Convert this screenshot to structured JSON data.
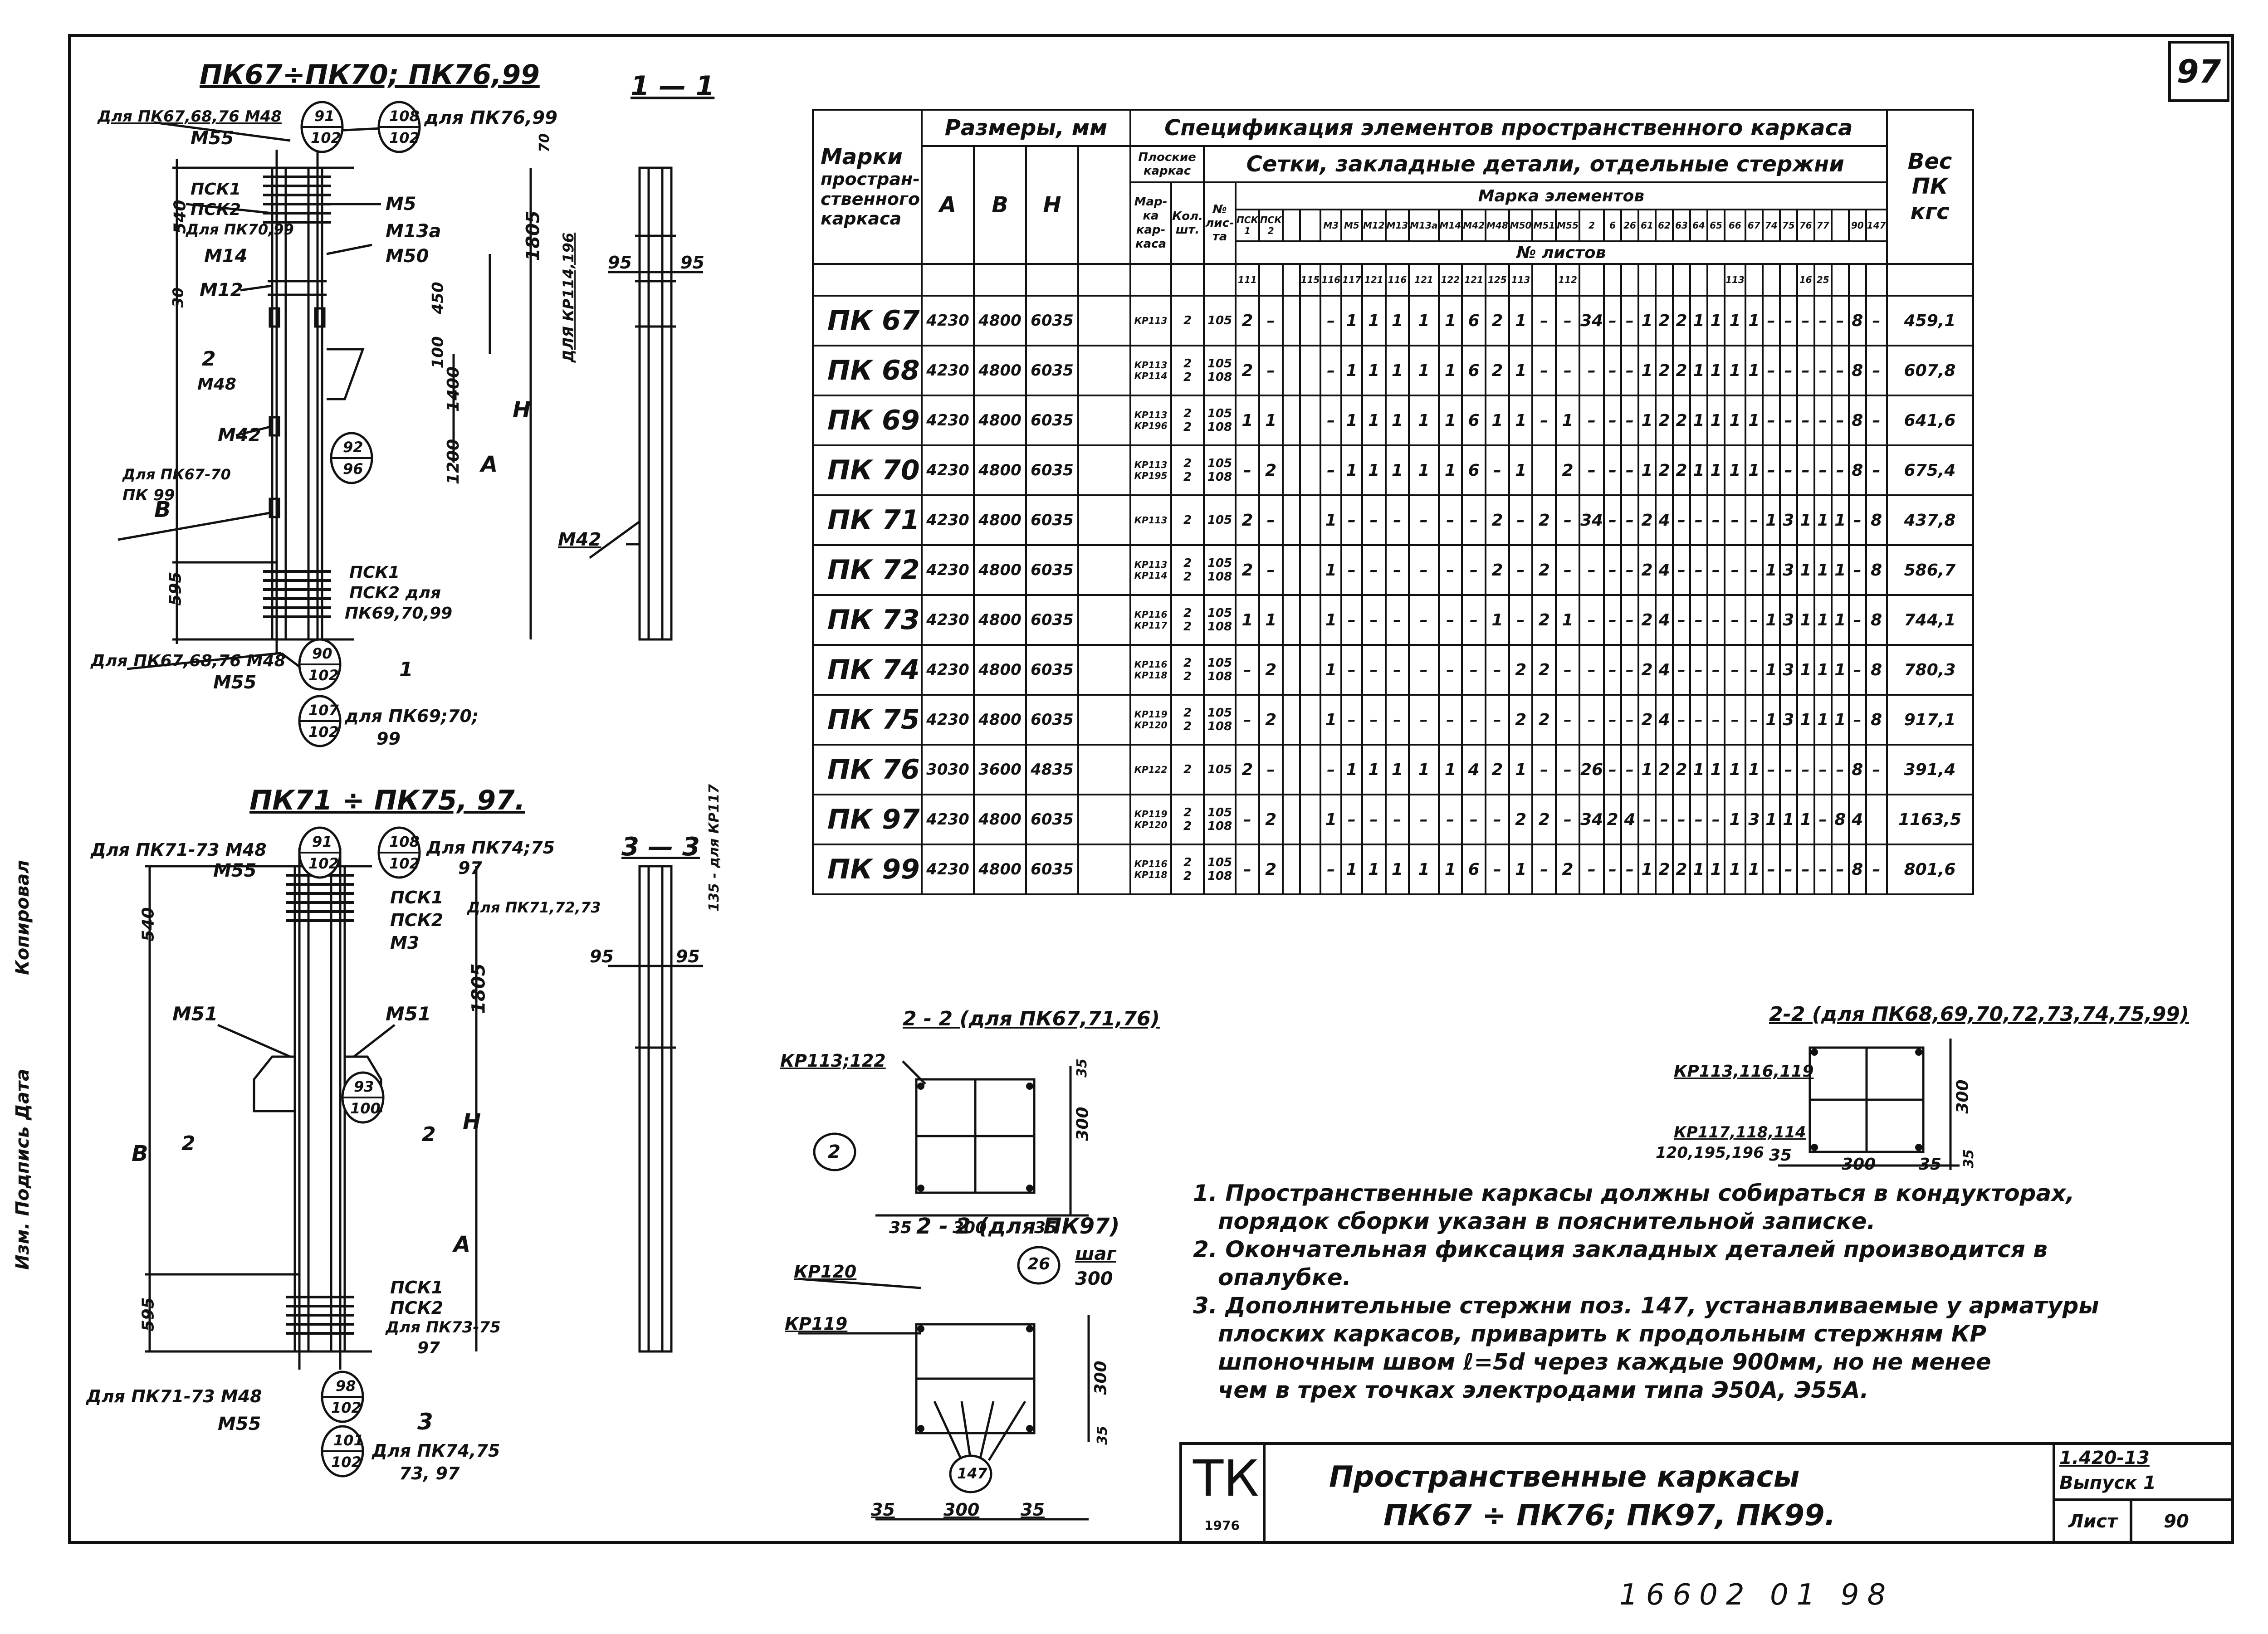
{
  "sheet_number": "97",
  "drawing_upper": {
    "title": "ПК67÷ПК70; ПК76,99",
    "labels": {
      "l1": "Для ПК67,68,76 М48",
      "l2": "М55",
      "ball1a": "91",
      "ball1b": "102",
      "ball2a": "108",
      "ball2b": "102",
      "l3": "для ПК76,99",
      "psk1": "ПСК1",
      "psk2": "ПСК2",
      "psk_note": "Для ПК70,99",
      "m14": "М14",
      "m12": "М12",
      "m5": "М5",
      "m13a": "М13а",
      "m50": "М50",
      "sec2": "2",
      "m48": "М48",
      "m42": "М42",
      "note67": "Для ПК67-70",
      "note99": "ПК 99",
      "ball3a": "92",
      "ball3b": "96",
      "bsk1": "ПСК1",
      "bsk2": "ПСК2 для",
      "bsk3": "ПК69,70,99",
      "bot1": "Для ПК67,68,76 М48",
      "bot2": "М55",
      "ball4a": "90",
      "ball4b": "102",
      "ball5a": "107",
      "ball5b": "102",
      "bot3": "для ПК69;70;",
      "bot4": "99",
      "cut": "1",
      "d540": "540",
      "d1805": "1805",
      "d450": "450",
      "d100": "100",
      "d1400": "1400",
      "d1200": "1200",
      "dB": "В",
      "dH": "Н",
      "dA": "А",
      "d595": "595",
      "d30": "30",
      "dkr": "ДЛЯ КР114,196",
      "d70": "70"
    }
  },
  "section_11": {
    "title": "1 — 1",
    "d95a": "95",
    "d95b": "95",
    "m42": "М42"
  },
  "drawing_lower": {
    "title": "ПК71 ÷ ПК75, 97.",
    "labels": {
      "l1": "Для ПК71-73 М48",
      "l2": "М55",
      "ball1a": "91",
      "ball1b": "102",
      "ball2a": "108",
      "ball2b": "102",
      "l3": "Для ПК74;75",
      "l3b": "97",
      "psk1": "ПСК1",
      "psk2": "ПСК2",
      "m3": "М3",
      "pk7173": "Для ПК71,72,73",
      "m51a": "М51",
      "m51b": "М51",
      "ball3a": "93",
      "ball3b": "100",
      "sec2a": "2",
      "sec2b": "2",
      "bsk1": "ПСК1",
      "bsk2": "ПСК2",
      "bsk3": "Для ПК73-75",
      "bsk4": "97",
      "bot1": "Для ПК71-73 М48",
      "bot2": "М55",
      "ball4a": "98",
      "ball4b": "102",
      "ball5a": "101",
      "ball5b": "102",
      "bot3": "Для ПК74,75",
      "bot4": "73, 97",
      "cut": "3",
      "d540": "540",
      "d1805": "1805",
      "dB": "В",
      "dH": "Н",
      "dA": "А",
      "d595": "595"
    }
  },
  "section_33": {
    "title": "3 — 3",
    "d95a": "95",
    "d95b": "95",
    "note": "135 - для КР117"
  },
  "section_22a": {
    "title": "2 - 2 (для ПК67,71,76)",
    "kr": "КР113;122",
    "ball": "2",
    "d35a": "35",
    "d300": "300",
    "d35b": "35",
    "dv300": "300",
    "dv35": "35"
  },
  "section_22b": {
    "title": "2 - 2 (для ПК97)",
    "kr1": "КР120",
    "kr2": "КР119",
    "ball": "26",
    "step": "шаг",
    "step_val": "300",
    "ball2": "147",
    "d35a": "35",
    "d300": "300",
    "d35b": "35",
    "dv300": "300",
    "dv35": "35"
  },
  "section_22c": {
    "title": "2-2 (для ПК68,69,70,72,73,74,75,99)",
    "kr1": "КР113,116,119",
    "kr2": "КР117,118,114",
    "kr3": "120,195,196",
    "d35a": "35",
    "d300": "300",
    "d35b": "35",
    "dv300": "300",
    "dv35": "35"
  },
  "spec": {
    "col_mark": [
      "Марки",
      "простран-",
      "ственного",
      "каркаса"
    ],
    "col_sizes": "Размеры, мм",
    "col_A": "А",
    "col_B": "В",
    "col_H": "Н",
    "col_spec": "Спецификация элементов пространственного каркаса",
    "col_flat": "Плоские каркас",
    "col_nets": "Сетки, закладные детали, отдельные стержни",
    "col_marka_el": "Марка элементов",
    "col_mar": [
      "Мар-",
      "ка",
      "кар-",
      "каса"
    ],
    "col_kol": [
      "Кол.",
      "шт."
    ],
    "col_no": [
      "№",
      "лис-",
      "та"
    ],
    "col_weight": [
      "Вес",
      "ПК",
      "кгс"
    ],
    "col_listov": "№ листов",
    "elem_marks": [
      "ПСК 1",
      "ПСК 2",
      "",
      "",
      "М3",
      "М5",
      "М12",
      "М13",
      "М13а",
      "М14",
      "М42",
      "М48",
      "М50",
      "М51",
      "М55",
      "2",
      "6",
      "26",
      "61",
      "62",
      "63",
      "64",
      "65",
      "66",
      "67",
      "74",
      "75",
      "76",
      "77",
      "",
      "90",
      "147"
    ],
    "sheet_refs": [
      "111",
      "",
      "",
      "115",
      "116",
      "117",
      "121",
      "116",
      "121",
      "122",
      "121",
      "125",
      "113",
      "",
      "112",
      "",
      "",
      "",
      "",
      "",
      "",
      "",
      "",
      "113",
      "",
      "",
      "",
      "16",
      "25"
    ],
    "rows": [
      {
        "mark": "ПК 67",
        "a": "4230",
        "b": "4800",
        "h": "6035",
        "kr": [
          "КР113"
        ],
        "q": [
          "2"
        ],
        "s": [
          "105"
        ],
        "weight": "459,1",
        "cells": [
          "2",
          "–",
          "",
          "",
          "–",
          "1",
          "1",
          "1",
          "1",
          "1",
          "6",
          "2",
          "1",
          "–",
          "–",
          "34",
          "–",
          "–",
          "1",
          "2",
          "2",
          "1",
          "1",
          "1",
          "1",
          "–",
          "–",
          "–",
          "–",
          "–",
          "8",
          "–"
        ]
      },
      {
        "mark": "ПК 68",
        "a": "4230",
        "b": "4800",
        "h": "6035",
        "kr": [
          "КР113",
          "КР114"
        ],
        "q": [
          "2",
          "2"
        ],
        "s": [
          "105",
          "108"
        ],
        "weight": "607,8",
        "cells": [
          "2",
          "–",
          "",
          "",
          "–",
          "1",
          "1",
          "1",
          "1",
          "1",
          "6",
          "2",
          "1",
          "–",
          "–",
          "–",
          "–",
          "–",
          "1",
          "2",
          "2",
          "1",
          "1",
          "1",
          "1",
          "–",
          "–",
          "–",
          "–",
          "–",
          "8",
          "–"
        ]
      },
      {
        "mark": "ПК 69",
        "a": "4230",
        "b": "4800",
        "h": "6035",
        "kr": [
          "КР113",
          "КР196"
        ],
        "q": [
          "2",
          "2"
        ],
        "s": [
          "105",
          "108"
        ],
        "weight": "641,6",
        "cells": [
          "1",
          "1",
          "",
          "",
          "–",
          "1",
          "1",
          "1",
          "1",
          "1",
          "6",
          "1",
          "1",
          "–",
          "1",
          "–",
          "–",
          "–",
          "1",
          "2",
          "2",
          "1",
          "1",
          "1",
          "1",
          "–",
          "–",
          "–",
          "–",
          "–",
          "8",
          "–"
        ]
      },
      {
        "mark": "ПК 70",
        "a": "4230",
        "b": "4800",
        "h": "6035",
        "kr": [
          "КР113",
          "КР195"
        ],
        "q": [
          "2",
          "2"
        ],
        "s": [
          "105",
          "108"
        ],
        "weight": "675,4",
        "cells": [
          "–",
          "2",
          "",
          "",
          "–",
          "1",
          "1",
          "1",
          "1",
          "1",
          "6",
          "–",
          "1",
          "",
          "2",
          "–",
          "–",
          "–",
          "1",
          "2",
          "2",
          "1",
          "1",
          "1",
          "1",
          "–",
          "–",
          "–",
          "–",
          "–",
          "8",
          "–"
        ]
      },
      {
        "mark": "ПК 71",
        "a": "4230",
        "b": "4800",
        "h": "6035",
        "kr": [
          "КР113"
        ],
        "q": [
          "2"
        ],
        "s": [
          "105"
        ],
        "weight": "437,8",
        "cells": [
          "2",
          "–",
          "",
          "",
          "1",
          "–",
          "–",
          "–",
          "–",
          "–",
          "–",
          "2",
          "–",
          "2",
          "–",
          "34",
          "–",
          "–",
          "2",
          "4",
          "–",
          "–",
          "–",
          "–",
          "–",
          "1",
          "3",
          "1",
          "1",
          "1",
          "–",
          "8"
        ]
      },
      {
        "mark": "ПК 72",
        "a": "4230",
        "b": "4800",
        "h": "6035",
        "kr": [
          "КР113",
          "КР114"
        ],
        "q": [
          "2",
          "2"
        ],
        "s": [
          "105",
          "108"
        ],
        "weight": "586,7",
        "cells": [
          "2",
          "–",
          "",
          "",
          "1",
          "–",
          "–",
          "–",
          "–",
          "–",
          "–",
          "2",
          "–",
          "2",
          "–",
          "–",
          "–",
          "–",
          "2",
          "4",
          "–",
          "–",
          "–",
          "–",
          "–",
          "1",
          "3",
          "1",
          "1",
          "1",
          "–",
          "8"
        ]
      },
      {
        "mark": "ПК 73",
        "a": "4230",
        "b": "4800",
        "h": "6035",
        "kr": [
          "КР116",
          "КР117"
        ],
        "q": [
          "2",
          "2"
        ],
        "s": [
          "105",
          "108"
        ],
        "weight": "744,1",
        "cells": [
          "1",
          "1",
          "",
          "",
          "1",
          "–",
          "–",
          "–",
          "–",
          "–",
          "–",
          "1",
          "–",
          "2",
          "1",
          "–",
          "–",
          "–",
          "2",
          "4",
          "–",
          "–",
          "–",
          "–",
          "–",
          "1",
          "3",
          "1",
          "1",
          "1",
          "–",
          "8"
        ]
      },
      {
        "mark": "ПК 74",
        "a": "4230",
        "b": "4800",
        "h": "6035",
        "kr": [
          "КР116",
          "КР118"
        ],
        "q": [
          "2",
          "2"
        ],
        "s": [
          "105",
          "108"
        ],
        "weight": "780,3",
        "cells": [
          "–",
          "2",
          "",
          "",
          "1",
          "–",
          "–",
          "–",
          "–",
          "–",
          "–",
          "–",
          "2",
          "2",
          "–",
          "–",
          "–",
          "–",
          "2",
          "4",
          "–",
          "–",
          "–",
          "–",
          "–",
          "1",
          "3",
          "1",
          "1",
          "1",
          "–",
          "8"
        ]
      },
      {
        "mark": "ПК 75",
        "a": "4230",
        "b": "4800",
        "h": "6035",
        "kr": [
          "КР119",
          "КР120"
        ],
        "q": [
          "2",
          "2"
        ],
        "s": [
          "105",
          "108"
        ],
        "weight": "917,1",
        "cells": [
          "–",
          "2",
          "",
          "",
          "1",
          "–",
          "–",
          "–",
          "–",
          "–",
          "–",
          "–",
          "2",
          "2",
          "–",
          "–",
          "–",
          "–",
          "2",
          "4",
          "–",
          "–",
          "–",
          "–",
          "–",
          "1",
          "3",
          "1",
          "1",
          "1",
          "–",
          "8"
        ]
      },
      {
        "mark": "ПК 76",
        "a": "3030",
        "b": "3600",
        "h": "4835",
        "kr": [
          "КР122"
        ],
        "q": [
          "2"
        ],
        "s": [
          "105"
        ],
        "weight": "391,4",
        "cells": [
          "2",
          "–",
          "",
          "",
          "–",
          "1",
          "1",
          "1",
          "1",
          "1",
          "4",
          "2",
          "1",
          "–",
          "–",
          "26",
          "–",
          "–",
          "1",
          "2",
          "2",
          "1",
          "1",
          "1",
          "1",
          "–",
          "–",
          "–",
          "–",
          "–",
          "8",
          "–"
        ]
      },
      {
        "mark": "ПК 97",
        "a": "4230",
        "b": "4800",
        "h": "6035",
        "kr": [
          "КР119",
          "КР120"
        ],
        "q": [
          "2",
          "2"
        ],
        "s": [
          "105",
          "108"
        ],
        "weight": "1163,5",
        "cells": [
          "–",
          "2",
          "",
          "",
          "1",
          "–",
          "–",
          "–",
          "–",
          "–",
          "–",
          "–",
          "2",
          "2",
          "–",
          "34",
          "2",
          "4",
          "–",
          "–",
          "–",
          "–",
          "–",
          "1",
          "3",
          "1",
          "1",
          "1",
          "–",
          "8",
          "4",
          ""
        ]
      },
      {
        "mark": "ПК 99",
        "a": "4230",
        "b": "4800",
        "h": "6035",
        "kr": [
          "КР116",
          "КР118"
        ],
        "q": [
          "2",
          "2"
        ],
        "s": [
          "105",
          "108"
        ],
        "weight": "801,6",
        "cells": [
          "–",
          "2",
          "",
          "",
          "–",
          "1",
          "1",
          "1",
          "1",
          "1",
          "6",
          "–",
          "1",
          "–",
          "2",
          "–",
          "–",
          "–",
          "1",
          "2",
          "2",
          "1",
          "1",
          "1",
          "1",
          "–",
          "–",
          "–",
          "–",
          "–",
          "8",
          "–"
        ]
      }
    ]
  },
  "notes": [
    "1. Пространственные каркасы должны собираться в кондукторах,",
    "порядок сборки указан в пояснительной записке.",
    "2. Окончательная фиксация закладных деталей производится в",
    "опалубке.",
    "3. Дополнительные стержни поз. 147, устанавливаемые у арматуры",
    "плоских каркасов, приварить к продольным стержням КР",
    "шпоночным швом ℓ=5d через каждые 900мм, но не менее",
    "чем в трех точках электродами типа Э50А, Э55А."
  ],
  "title_block": {
    "logo": "ТК",
    "year": "1976",
    "title1": "Пространственные каркасы",
    "title2": "ПК67 ÷ ПК76; ПК97, ПК99.",
    "series": "1.420-13",
    "issue": "Выпуск 1",
    "sheet_label": "Лист",
    "sheet": "90"
  },
  "margin_texts": [
    "Изм. Подпись Дата",
    "Копировал"
  ],
  "bottom_stamp": "16602 01 98"
}
